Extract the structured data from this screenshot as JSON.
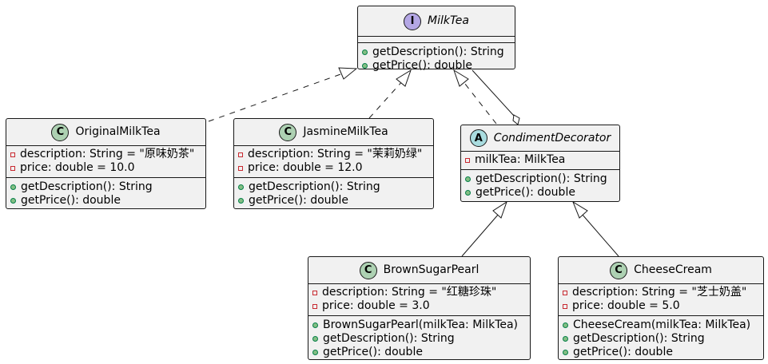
{
  "diagram": {
    "classes": {
      "milktea": {
        "stereotype": "I",
        "name": "MilkTea",
        "fields": [],
        "methods": [
          "getDescription(): String",
          "getPrice(): double"
        ]
      },
      "original": {
        "stereotype": "C",
        "name": "OriginalMilkTea",
        "fields": [
          "description: String = \"原味奶茶\"",
          "price: double = 10.0"
        ],
        "methods": [
          "getDescription(): String",
          "getPrice(): double"
        ]
      },
      "jasmine": {
        "stereotype": "C",
        "name": "JasmineMilkTea",
        "fields": [
          "description: String = \"茉莉奶绿\"",
          "price: double = 12.0"
        ],
        "methods": [
          "getDescription(): String",
          "getPrice(): double"
        ]
      },
      "decorator": {
        "stereotype": "A",
        "name": "CondimentDecorator",
        "fields": [
          "milkTea: MilkTea"
        ],
        "methods": [
          "getDescription(): String",
          "getPrice(): double"
        ]
      },
      "brownsugar": {
        "stereotype": "C",
        "name": "BrownSugarPearl",
        "fields": [
          "description: String = \"红糖珍珠\"",
          "price: double = 3.0"
        ],
        "methods": [
          "BrownSugarPearl(milkTea: MilkTea)",
          "getDescription(): String",
          "getPrice(): double"
        ]
      },
      "cheese": {
        "stereotype": "C",
        "name": "CheeseCream",
        "fields": [
          "description: String = \"芝士奶盖\"",
          "price: double = 5.0"
        ],
        "methods": [
          "CheeseCream(milkTea: MilkTea)",
          "getDescription(): String",
          "getPrice(): double"
        ]
      }
    }
  }
}
